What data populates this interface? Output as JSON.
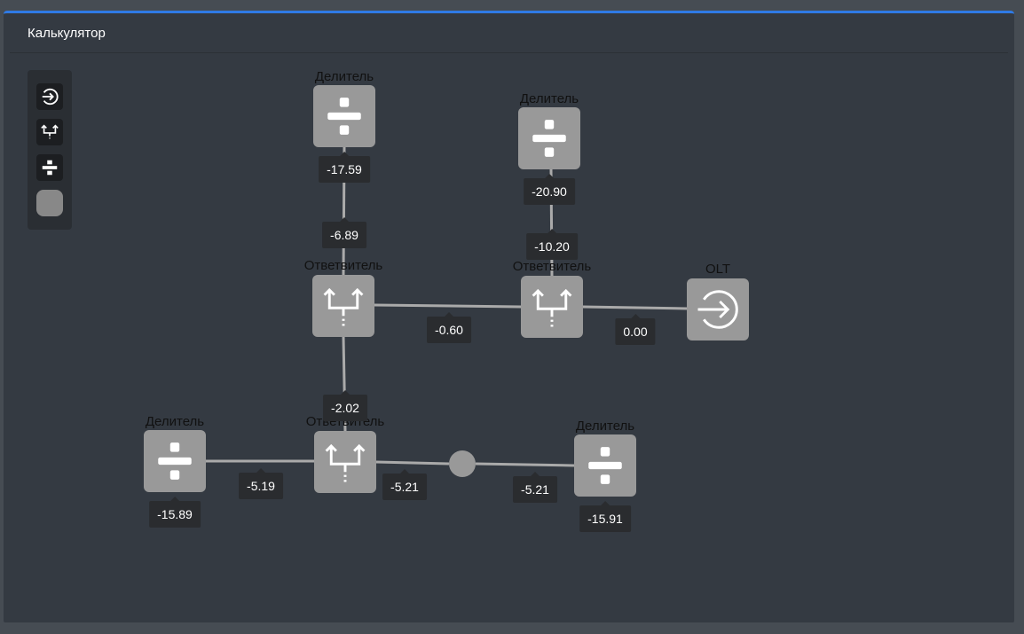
{
  "window": {
    "title": "Калькулятор",
    "accent": "#2f7ae5"
  },
  "toolbar": [
    {
      "icon": "olt-icon"
    },
    {
      "icon": "coupler-icon"
    },
    {
      "icon": "divider-icon"
    },
    {
      "icon": "node-icon"
    }
  ],
  "nodes": {
    "div1": {
      "label": "Делитель",
      "value": "-17.59"
    },
    "div2": {
      "label": "Делитель",
      "value": "-20.90"
    },
    "coup1": {
      "label": "Ответвитель"
    },
    "coup2": {
      "label": "Ответвитель"
    },
    "olt": {
      "label": "OLT"
    },
    "div3": {
      "label": "Делитель",
      "value": "-15.89"
    },
    "coup3": {
      "label": "Ответвитель"
    },
    "div4": {
      "label": "Делитель",
      "value": "-15.91"
    }
  },
  "edges": [
    "-6.89",
    "-10.20",
    "-0.60",
    "0.00",
    "-2.02",
    "-5.19",
    "-5.21",
    "-5.21"
  ]
}
